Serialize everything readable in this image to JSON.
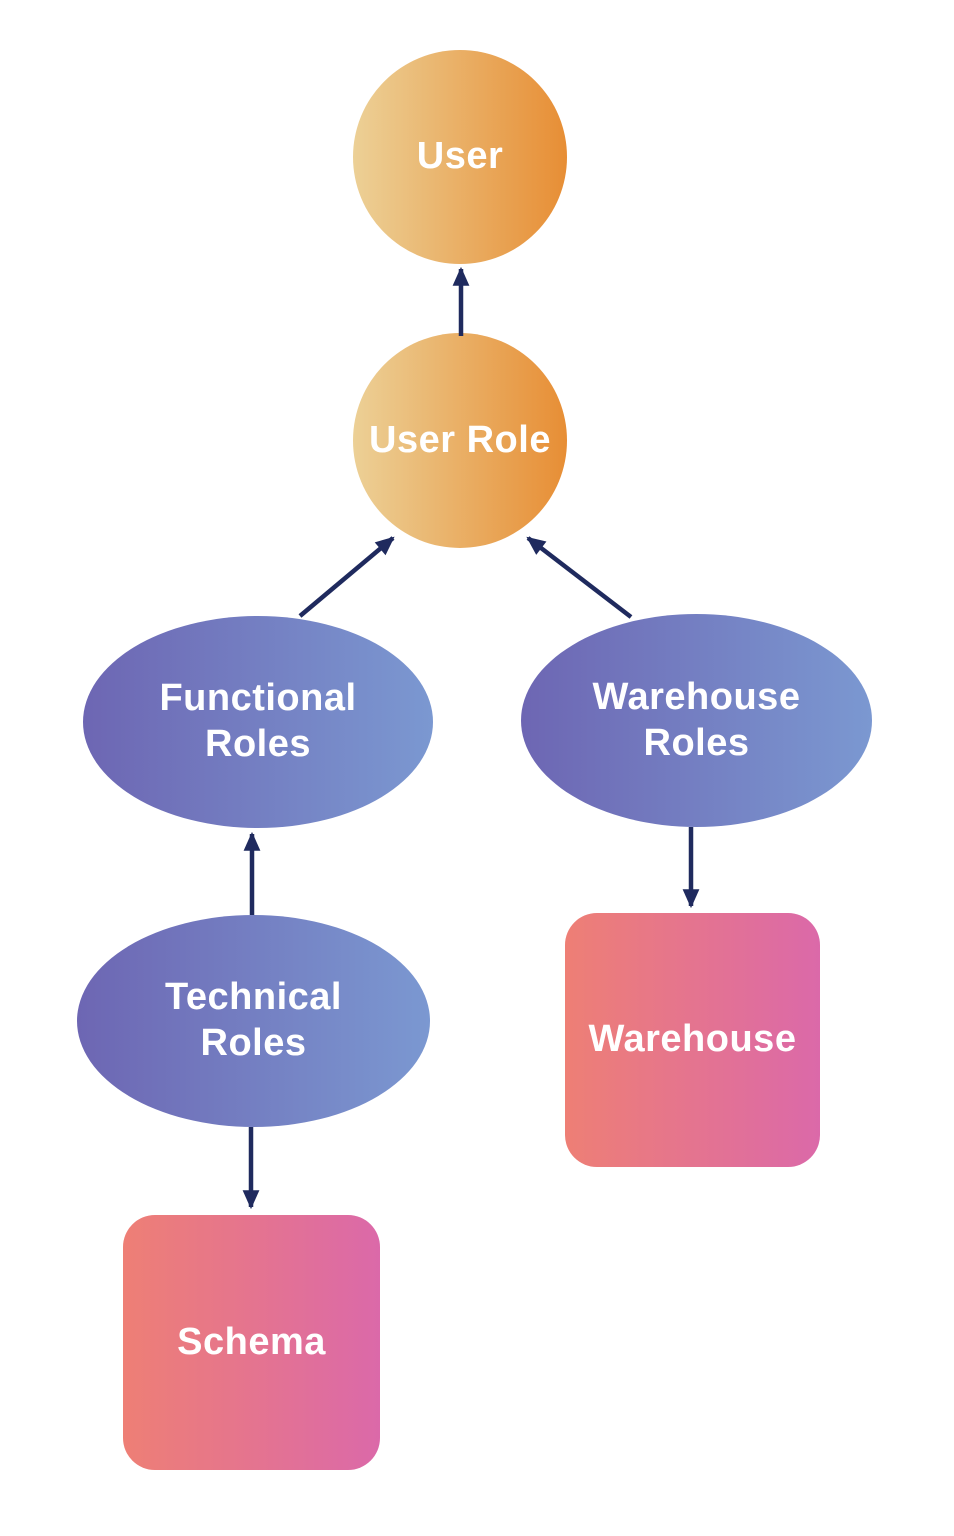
{
  "diagram": {
    "nodes": {
      "user": {
        "label": "User",
        "shape": "circle"
      },
      "user_role": {
        "label": "User Role",
        "shape": "circle"
      },
      "functional_roles": {
        "label": "Functional Roles",
        "shape": "ellipse"
      },
      "warehouse_roles": {
        "label": "Warehouse Roles",
        "shape": "ellipse"
      },
      "technical_roles": {
        "label": "Technical Roles",
        "shape": "ellipse"
      },
      "warehouse": {
        "label": "Warehouse",
        "shape": "rounded-square"
      },
      "schema": {
        "label": "Schema",
        "shape": "rounded-square"
      }
    },
    "edges": [
      {
        "from": "user_role",
        "to": "user",
        "direction": "up"
      },
      {
        "from": "functional_roles",
        "to": "user_role",
        "direction": "up-right"
      },
      {
        "from": "warehouse_roles",
        "to": "user_role",
        "direction": "up-left"
      },
      {
        "from": "technical_roles",
        "to": "functional_roles",
        "direction": "up"
      },
      {
        "from": "warehouse_roles",
        "to": "warehouse",
        "direction": "down"
      },
      {
        "from": "technical_roles",
        "to": "schema",
        "direction": "down"
      }
    ],
    "colors": {
      "background": "#ffffff",
      "label_text": "#ffffff",
      "arrow": "#1f2a5e",
      "circle_gradient_start": "#ecd096",
      "circle_gradient_end": "#e78e35",
      "ellipse_gradient_start": "#6d66b3",
      "ellipse_gradient_end": "#7b98d1",
      "rect_gradient_start": "#ee7f75",
      "rect_gradient_end": "#db69a9"
    }
  }
}
